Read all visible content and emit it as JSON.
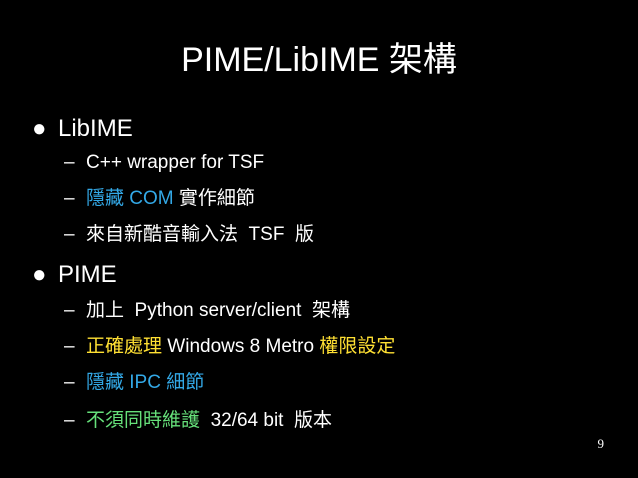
{
  "slide": {
    "title": "PIME/LibIME 架構",
    "page_number": "9",
    "colors": {
      "background": "#000000",
      "text": "#ffffff",
      "blue": "#33a8e6",
      "yellow": "#ffe033",
      "green": "#66e07a"
    },
    "bullets": [
      {
        "marker": "●",
        "label": "LibIME",
        "subitems": [
          {
            "dash": "–",
            "parts": [
              {
                "text": "C++ wrapper for TSF",
                "color": "white"
              }
            ]
          },
          {
            "dash": "–",
            "parts": [
              {
                "text": "隱藏 COM",
                "color": "blue"
              },
              {
                "text": " 實作細節",
                "color": "white"
              }
            ]
          },
          {
            "dash": "–",
            "parts": [
              {
                "text": "來自新酷音輸入法  TSF  版",
                "color": "white"
              }
            ]
          }
        ]
      },
      {
        "marker": "●",
        "label": "PIME",
        "subitems": [
          {
            "dash": "–",
            "parts": [
              {
                "text": "加上  Python server/client  架構",
                "color": "white"
              }
            ]
          },
          {
            "dash": "–",
            "parts": [
              {
                "text": "正確處理",
                "color": "yellow"
              },
              {
                "text": " Windows 8 Metro ",
                "color": "white"
              },
              {
                "text": "權限設定",
                "color": "yellow"
              }
            ]
          },
          {
            "dash": "–",
            "parts": [
              {
                "text": "隱藏 IPC 細節",
                "color": "blue"
              }
            ]
          },
          {
            "dash": "–",
            "parts": [
              {
                "text": "不須同時維護",
                "color": "green"
              },
              {
                "text": "  32/64 bit  版本",
                "color": "white"
              }
            ]
          }
        ]
      }
    ]
  }
}
